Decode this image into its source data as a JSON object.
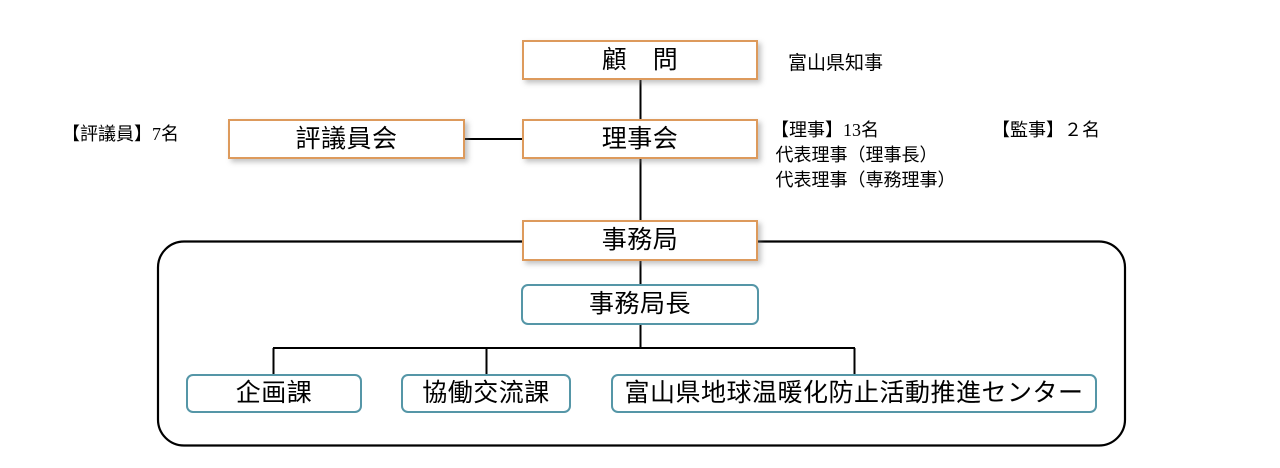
{
  "chart_data": {
    "type": "diagram",
    "title": "組織図",
    "nodes": [
      {
        "id": "komon",
        "label": "顧　問",
        "style": "orange",
        "level": 0
      },
      {
        "id": "hyogiinkai",
        "label": "評議員会",
        "style": "orange",
        "level": 1
      },
      {
        "id": "rijikai",
        "label": "理事会",
        "style": "orange",
        "level": 1
      },
      {
        "id": "jimukyoku",
        "label": "事務局",
        "style": "orange",
        "level": 2
      },
      {
        "id": "jimukyokucho",
        "label": "事務局長",
        "style": "teal",
        "level": 3
      },
      {
        "id": "kikakuka",
        "label": "企画課",
        "style": "teal",
        "level": 4
      },
      {
        "id": "kyodokoryuka",
        "label": "協働交流課",
        "style": "teal",
        "level": 4
      },
      {
        "id": "center",
        "label": "富山県地球温暖化防止活動推進センター",
        "style": "teal",
        "level": 4
      }
    ],
    "edges": [
      {
        "from": "komon",
        "to": "rijikai"
      },
      {
        "from": "hyogiinkai",
        "to": "rijikai"
      },
      {
        "from": "rijikai",
        "to": "jimukyoku"
      },
      {
        "from": "jimukyoku",
        "to": "jimukyokucho"
      },
      {
        "from": "jimukyokucho",
        "to": "kikakuka"
      },
      {
        "from": "jimukyokucho",
        "to": "kyodokoryuka"
      },
      {
        "from": "jimukyokucho",
        "to": "center"
      }
    ],
    "annotations": [
      {
        "id": "chiji",
        "text": "富山県知事",
        "attached_to": "komon"
      },
      {
        "id": "hyogiin",
        "text": "【評議員】7名",
        "attached_to": "hyogiinkai"
      },
      {
        "id": "riji",
        "text": "【理事】13名\n 代表理事（理事長）\n 代表理事（専務理事）",
        "attached_to": "rijikai"
      },
      {
        "id": "kanji",
        "text": "【監事】２名",
        "attached_to": "rijikai"
      }
    ],
    "grouping_box": {
      "label": "",
      "contains": [
        "jimukyoku",
        "jimukyokucho",
        "kikakuka",
        "kyodokoryuka",
        "center"
      ]
    }
  },
  "nodes": {
    "komon": "顧　問",
    "hyogiinkai": "評議員会",
    "rijikai": "理事会",
    "jimukyoku": "事務局",
    "jimukyokucho": "事務局長",
    "kikakuka": "企画課",
    "kyodokoryuka": "協働交流課",
    "center": "富山県地球温暖化防止活動推進センター"
  },
  "annotations": {
    "chiji": "富山県知事",
    "hyogiin_count": "【評議員】7名",
    "riji_block": "【理事】13名\n 代表理事（理事長）\n 代表理事（専務理事）",
    "kanji_count": "【監事】２名"
  },
  "colors": {
    "orange_border": "#DD9A5C",
    "teal_border": "#5596A7",
    "connector": "#000000",
    "background": "#FFFFFF",
    "text": "#000000"
  }
}
